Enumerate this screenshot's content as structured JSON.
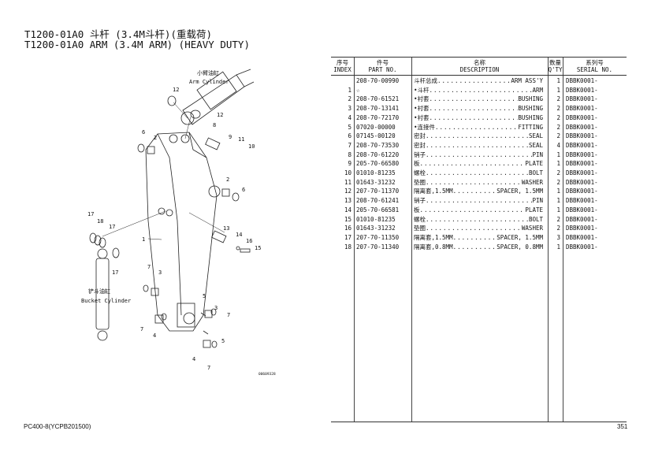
{
  "title": {
    "line1": "T1200-01A0 斗杆 (3.4M斗杆)(重载荷)",
    "line2": "T1200-01A0 ARM (3.4M ARM) (HEAVY DUTY)"
  },
  "diagram": {
    "arm_cylinder_cn": "小臂油缸",
    "arm_cylinder_en": "Arm Cylinder",
    "bucket_cylinder_cn": "铲斗油缸",
    "bucket_cylinder_en": "Bucket Cylinder",
    "drawing_code": "00609328",
    "callouts": [
      "12",
      "12",
      "8",
      "6",
      "2",
      "9",
      "11",
      "10",
      "2",
      "6",
      "17",
      "18",
      "17",
      "1",
      "13",
      "14",
      "16",
      "15",
      "17",
      "7",
      "3",
      "5",
      "3",
      "7",
      "7",
      "4",
      "5",
      "4",
      "7"
    ]
  },
  "table": {
    "headers": {
      "index_cn": "序号",
      "index_en": "INDEX",
      "part_cn": "件号",
      "part_en": "PART NO.",
      "desc_cn": "名称",
      "desc_en": "DESCRIPTION",
      "qty_cn": "数量",
      "qty_en": "Q'TY",
      "serial_cn": "系列号",
      "serial_en": "SERIAL NO."
    },
    "rows": [
      {
        "index": "",
        "part": "208-70-00990",
        "cn": "斗杆总成",
        "en": "ARM ASS'Y",
        "qty": "1",
        "serial": "DBBK0001-"
      },
      {
        "index": "1",
        "part": "☆",
        "cn": "•斗杆",
        "en": "ARM",
        "qty": "1",
        "serial": "DBBK0001-"
      },
      {
        "index": "2",
        "part": "208-70-61521",
        "cn": "•衬套",
        "en": "BUSHING",
        "qty": "2",
        "serial": "DBBK0001-"
      },
      {
        "index": "3",
        "part": "208-70-13141",
        "cn": "•衬套",
        "en": "BUSHING",
        "qty": "2",
        "serial": "DBBK0001-"
      },
      {
        "index": "4",
        "part": "208-70-72170",
        "cn": "•衬套",
        "en": "BUSHING",
        "qty": "2",
        "serial": "DBBK0001-"
      },
      {
        "index": "5",
        "part": "07020-00000",
        "cn": "•连接件",
        "en": "FITTING",
        "qty": "2",
        "serial": "DBBK0001-"
      },
      {
        "index": "6",
        "part": "07145-00120",
        "cn": "密封",
        "en": "SEAL",
        "qty": "2",
        "serial": "DBBK0001-"
      },
      {
        "index": "7",
        "part": "208-70-73530",
        "cn": "密封",
        "en": "SEAL",
        "qty": "4",
        "serial": "DBBK0001-"
      },
      {
        "index": "8",
        "part": "208-70-61220",
        "cn": "销子",
        "en": "PIN",
        "qty": "1",
        "serial": "DBBK0001-"
      },
      {
        "index": "9",
        "part": "205-70-66580",
        "cn": "板",
        "en": "PLATE",
        "qty": "1",
        "serial": "DBBK0001-"
      },
      {
        "index": "10",
        "part": "01010-81235",
        "cn": "螺栓",
        "en": "BOLT",
        "qty": "2",
        "serial": "DBBK0001-"
      },
      {
        "index": "11",
        "part": "01643-31232",
        "cn": "垫圈",
        "en": "WASHER",
        "qty": "2",
        "serial": "DBBK0001-"
      },
      {
        "index": "12",
        "part": "207-70-11370",
        "cn": "隔离套,1.5MM",
        "en": "SPACER, 1.5MM",
        "qty": "1",
        "serial": "DBBK0001-"
      },
      {
        "index": "13",
        "part": "208-70-61241",
        "cn": "销子",
        "en": "PIN",
        "qty": "1",
        "serial": "DBBK0001-"
      },
      {
        "index": "14",
        "part": "205-70-66581",
        "cn": "板",
        "en": "PLATE",
        "qty": "1",
        "serial": "DBBK0001-"
      },
      {
        "index": "15",
        "part": "01010-81235",
        "cn": "螺栓",
        "en": "BOLT",
        "qty": "2",
        "serial": "DBBK0001-"
      },
      {
        "index": "16",
        "part": "01643-31232",
        "cn": "垫圈",
        "en": "WASHER",
        "qty": "2",
        "serial": "DBBK0001-"
      },
      {
        "index": "17",
        "part": "207-70-11350",
        "cn": "隔离套,1.5MM",
        "en": "SPACER, 1.5MM",
        "qty": "3",
        "serial": "DBBK0001-"
      },
      {
        "index": "18",
        "part": "207-70-11340",
        "cn": "隔离套,0.8MM",
        "en": "SPACER, 0.8MM",
        "qty": "1",
        "serial": "DBBK0001-"
      }
    ]
  },
  "footer": {
    "model": "PC400-8(YCPB201500)",
    "page": "351"
  }
}
